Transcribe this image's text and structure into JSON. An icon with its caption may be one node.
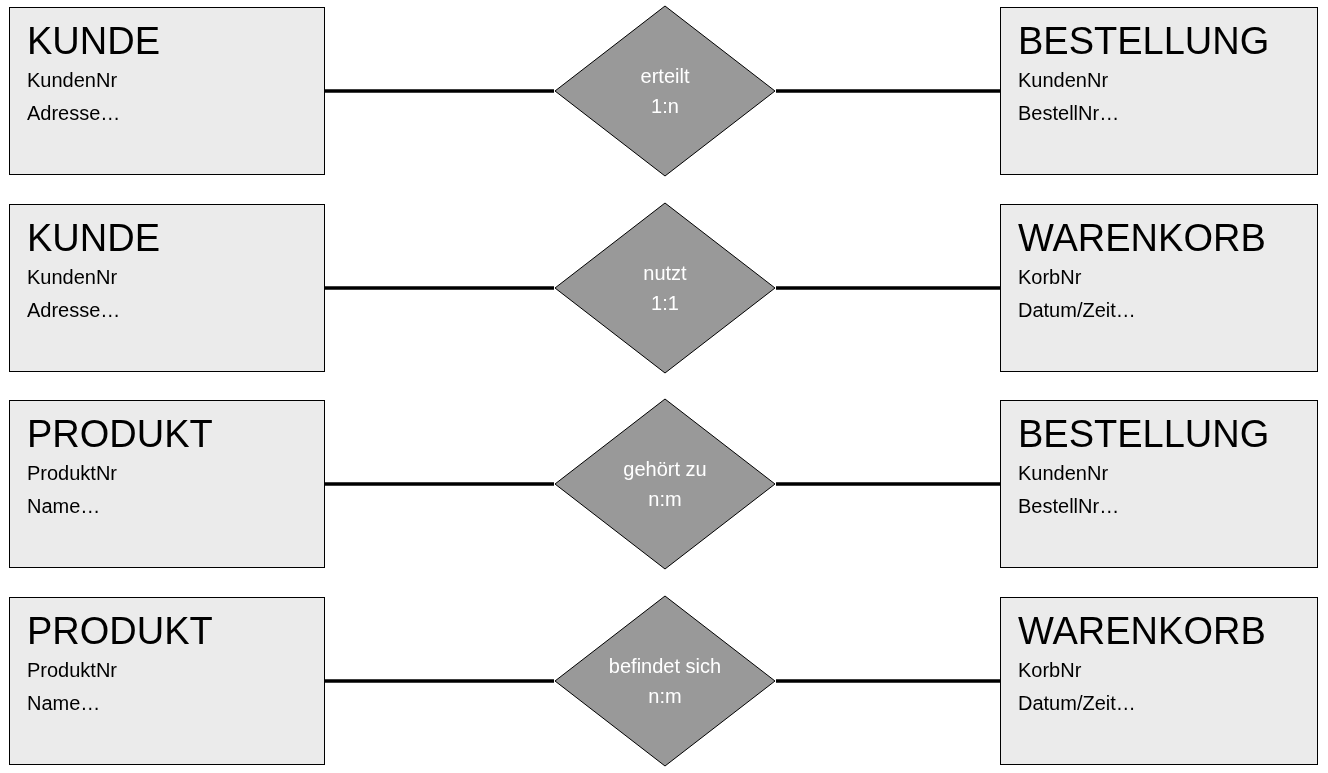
{
  "diagram": {
    "nodes": [
      {
        "text": [
          "KUNDE",
          "KundenNr",
          "Adresse…"
        ]
      },
      {
        "text": [
          "erteilt",
          "1:n"
        ]
      },
      {
        "text": [
          "BESTELLUNG",
          "KundenNr",
          "BestellNr…"
        ]
      },
      {
        "text": [
          "KUNDE",
          "KundenNr",
          "Adresse…"
        ]
      },
      {
        "text": [
          "nutzt",
          "1:1"
        ]
      },
      {
        "text": [
          "WARENKORB",
          "KorbNr",
          "Datum/Zeit…"
        ]
      },
      {
        "text": [
          "PRODUKT",
          "ProduktNr",
          "Name…"
        ]
      },
      {
        "text": [
          "gehört zu",
          "n:m"
        ]
      },
      {
        "text": [
          "BESTELLUNG",
          "KundenNr",
          "BestellNr…"
        ]
      },
      {
        "text": [
          "PRODUKT",
          "ProduktNr",
          "Name…"
        ]
      },
      {
        "text": [
          "befindet sich",
          "n:m"
        ]
      },
      {
        "text": [
          "WARENKORB",
          "KorbNr",
          "Datum/Zeit…"
        ]
      }
    ],
    "edges": [
      {
        "from": 0,
        "to": 1,
        "arrow": "none"
      },
      {
        "from": 1,
        "to": 2,
        "arrow": "none"
      },
      {
        "from": 3,
        "to": 4,
        "arrow": "none"
      },
      {
        "from": 4,
        "to": 5,
        "arrow": "none"
      },
      {
        "from": 6,
        "to": 7,
        "arrow": "none"
      },
      {
        "from": 7,
        "to": 8,
        "arrow": "none"
      },
      {
        "from": 9,
        "to": 10,
        "arrow": "none"
      },
      {
        "from": 10,
        "to": 11,
        "arrow": "none"
      }
    ]
  }
}
